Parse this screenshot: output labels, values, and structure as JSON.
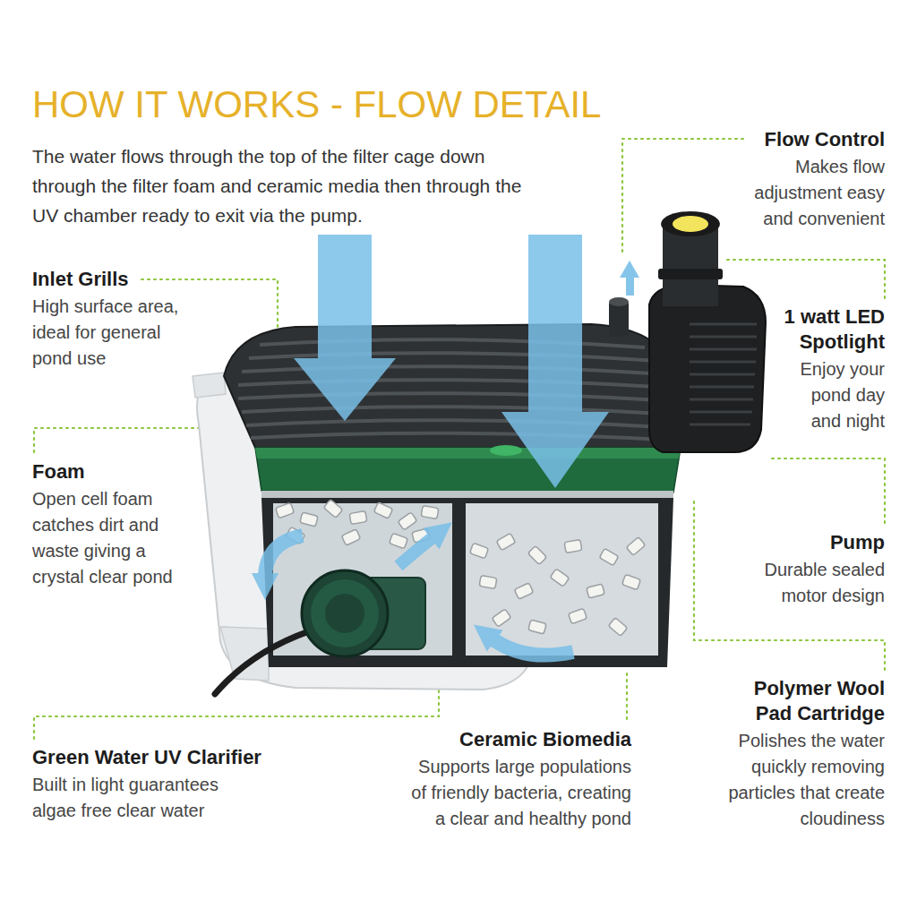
{
  "diagram": {
    "title": "HOW IT WORKS - FLOW DETAIL",
    "labels": [
      "The water flows through the top of the filter cage down through the filter foam and ceramic media then through the UV chamber ready to exit via the pump.",
      "Flow Control",
      "Makes flow adjustment easy and convenient",
      "Inlet Grills",
      "High surface area, ideal for general pond use",
      "1 watt LED Spotlight",
      "Enjoy your pond day and night",
      "Foam",
      "Open cell foam catches dirt and waste giving a crystal clear pond",
      "Pump",
      "Durable sealed motor design",
      "Polymer Wool Pad Cartridge",
      "Polishes the water quickly removing particles that create cloudiness",
      "Green Water UV Clarifier",
      "Built in light guarantees algae free clear water",
      "Ceramic Biomedia",
      "Supports large populations of friendly bacteria, creating a clear and healthy pond"
    ]
  }
}
